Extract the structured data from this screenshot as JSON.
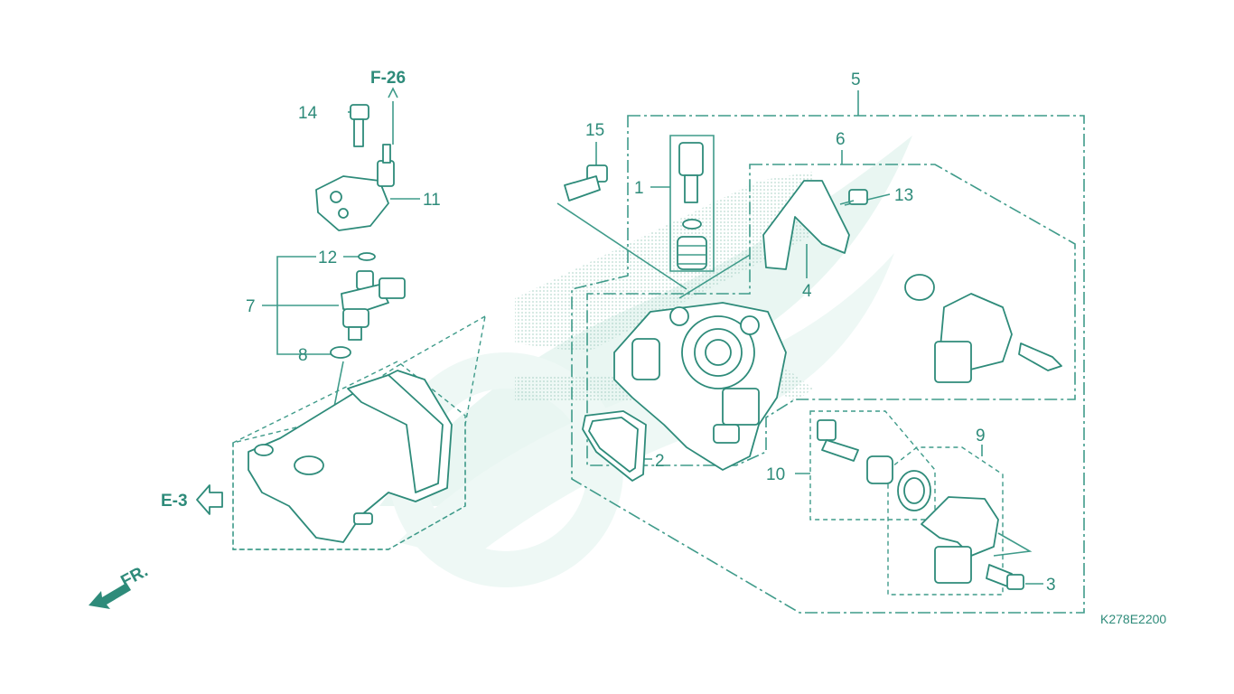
{
  "diagram": {
    "code": "K278E2200",
    "colors": {
      "ink": "#2e8b7a",
      "watermark": "#e6f4ef",
      "dots": "#bcdcd3"
    },
    "refs": {
      "f26": "F-26",
      "e3": "E-3",
      "fr": "FR."
    },
    "callouts": [
      {
        "id": "1",
        "label": "1"
      },
      {
        "id": "2",
        "label": "2"
      },
      {
        "id": "3",
        "label": "3"
      },
      {
        "id": "4",
        "label": "4"
      },
      {
        "id": "5",
        "label": "5"
      },
      {
        "id": "6",
        "label": "6"
      },
      {
        "id": "7",
        "label": "7"
      },
      {
        "id": "8",
        "label": "8"
      },
      {
        "id": "9",
        "label": "9"
      },
      {
        "id": "10",
        "label": "10"
      },
      {
        "id": "11",
        "label": "11"
      },
      {
        "id": "12",
        "label": "12"
      },
      {
        "id": "13",
        "label": "13"
      },
      {
        "id": "14",
        "label": "14"
      },
      {
        "id": "15",
        "label": "15"
      }
    ]
  }
}
